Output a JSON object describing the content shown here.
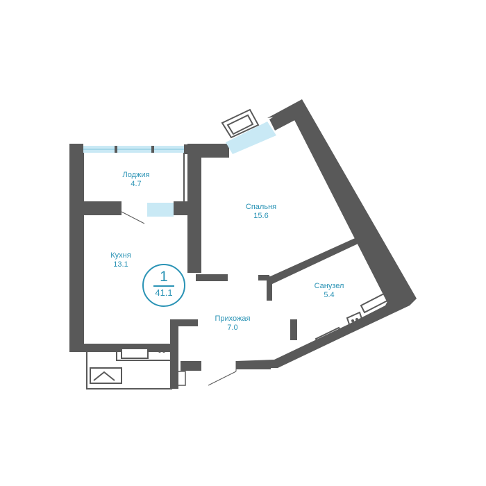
{
  "plan": {
    "total_rooms": "1",
    "total_area": "41.1",
    "rooms": [
      {
        "name": "Лоджия",
        "area": "4.7"
      },
      {
        "name": "Спальня",
        "area": "15.6"
      },
      {
        "name": "Кухня",
        "area": "13.1"
      },
      {
        "name": "Санузел",
        "area": "5.4"
      },
      {
        "name": "Прихожая",
        "area": "7.0"
      }
    ]
  },
  "colors": {
    "wall": "#595959",
    "accent": "#2a93b5",
    "window": "#c9e9f5"
  }
}
